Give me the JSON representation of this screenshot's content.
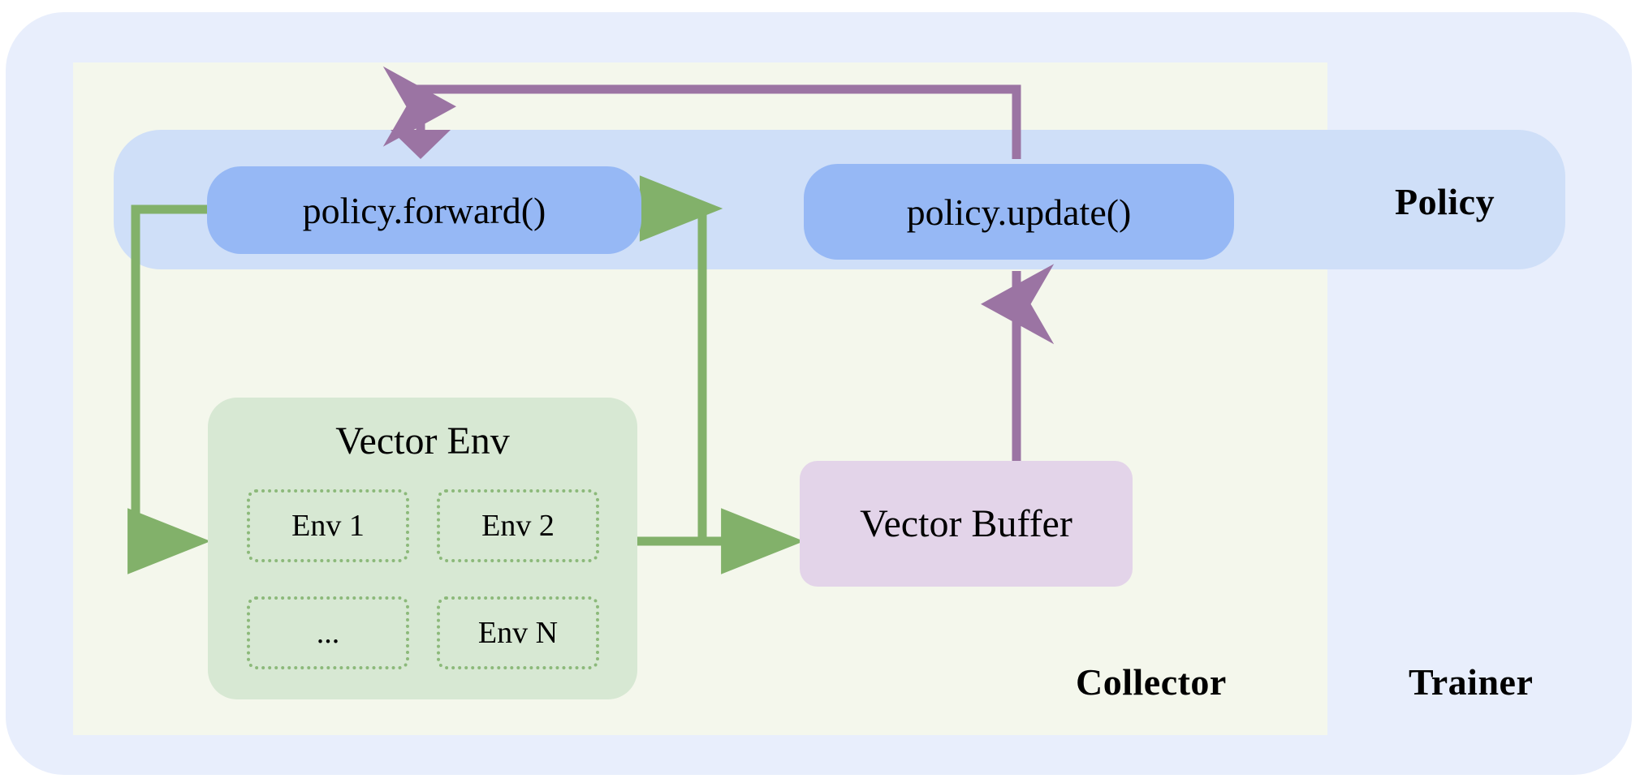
{
  "diagram": {
    "title_regions": {
      "policy": "Policy",
      "collector": "Collector",
      "trainer": "Trainer"
    },
    "nodes": {
      "policy_forward": "policy.forward()",
      "policy_update": "policy.update()",
      "vector_env": "Vector Env",
      "vector_buffer": "Vector Buffer"
    },
    "env_cells": [
      {
        "label": "Env 1"
      },
      {
        "label": "Env 2"
      },
      {
        "label": "..."
      },
      {
        "label": "Env N"
      }
    ],
    "colors": {
      "trainer_bg": "#e8eefc",
      "collector_bg": "#f4f7ec",
      "policy_band_bg": "#cfdff8",
      "pill_blue": "#96b8f5",
      "vector_env_bg": "#d7e8d3",
      "env_cell_border": "#8cb97a",
      "vector_buffer_bg": "#e3d4e9",
      "arrow_green": "#82b16a",
      "arrow_purple": "#9b74a3",
      "text": "#000000"
    },
    "edges": [
      {
        "name": "forward-to-env",
        "from": "policy.forward()",
        "to": "Vector Env",
        "color": "#82b16a",
        "arrow": "right"
      },
      {
        "name": "env-to-forward",
        "from": "Vector Env",
        "to": "policy.forward()",
        "color": "#82b16a",
        "arrow": "left"
      },
      {
        "name": "env-to-buffer",
        "from": "Vector Env",
        "to": "Vector Buffer",
        "color": "#82b16a",
        "arrow": "right"
      },
      {
        "name": "buffer-to-update",
        "from": "Vector Buffer",
        "to": "policy.update()",
        "color": "#9b74a3",
        "arrow": "up"
      },
      {
        "name": "update-to-forward",
        "from": "policy.update()",
        "to": "policy.forward()",
        "color": "#9b74a3",
        "arrow": "down"
      }
    ]
  }
}
